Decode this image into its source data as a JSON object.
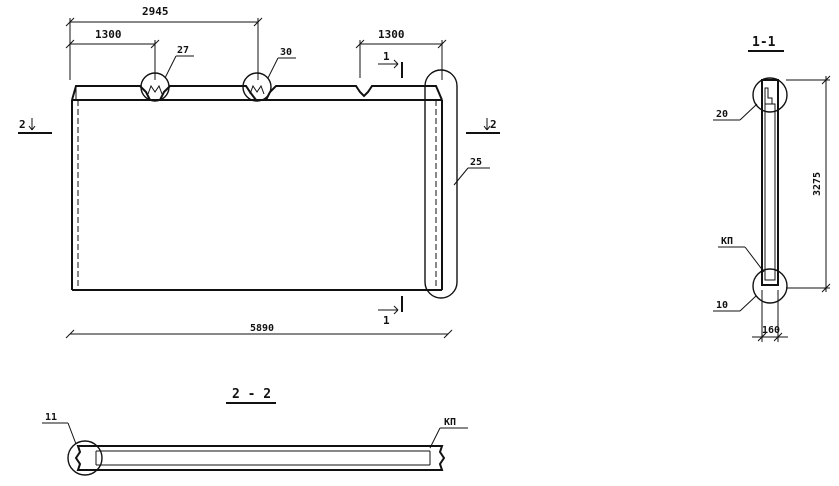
{
  "front_view": {
    "dim_overall_top": "2945",
    "dim_left_top": "1300",
    "dim_right_top": "1300",
    "dim_bottom": "5890",
    "callout_27": "27",
    "callout_30": "30",
    "callout_25": "25",
    "section_marker_2_left": "2",
    "section_marker_2_right": "2",
    "section_marker_1_top": "1",
    "section_marker_1_bottom": "1"
  },
  "section_1_1": {
    "title": "1-1",
    "callout_20": "20",
    "callout_kp": "КП",
    "callout_10": "10",
    "dim_height": "3275",
    "dim_thickness": "160"
  },
  "section_2_2": {
    "title": "2 - 2",
    "callout_11": "11",
    "callout_kp": "КП"
  }
}
